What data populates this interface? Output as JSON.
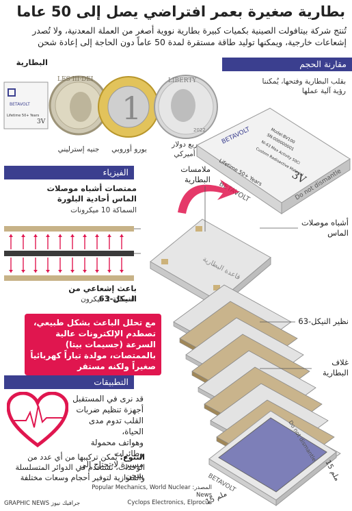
{
  "header": {
    "title": "بطارية صغيرة بعمر افتراضي يصل إلى 50 عاما",
    "subtitle": "تُنتج شركة بيتافولت الصينية بكميات كبيرة بطارية نووية أصغر من العملة المعدنية، ولا تُصدر إشعاعات خارجية، ويمكنها توليد طاقة مستقرة لمدة 50 عاماً دون الحاجة إلى إعادة شحن"
  },
  "size_comparison": {
    "heading": "مقارنة الحجم",
    "battery_label": "البطارية",
    "coins": [
      "جنيه إسترليني",
      "يورو أوروبي",
      "ربع دولار أميركي"
    ],
    "coin_texts": {
      "pound_rim": "LES III·DEI",
      "euro_value": "1",
      "quarter_top": "LIBERTY",
      "quarter_year": "2022"
    },
    "flip_note": "بقلب البطارية وفتحها، يُمكننا رؤية آلية عملها"
  },
  "battery": {
    "brand": "BETAVOLT",
    "model": "Model:BV100",
    "serial": "SN:000000001",
    "activity": "Ni-63 Max Activity 50Ci",
    "material": "Custom Radioactive Material",
    "lifetime": "Lifetime 50+ Years",
    "voltage": "3V",
    "warning": "Do not dismantle"
  },
  "physics": {
    "heading": "الفيزياء",
    "absorbers_title": "ممتصات أشباه موصلات الماس أحادية البلورة",
    "absorbers_thickness": "السماكة 10 ميكرونات",
    "emitter_title": "باعث إشعاعي من النيكل-63",
    "emitter_thickness": "السماكة 2 ميكرون",
    "callout": "مع تحلل الباعث بشكل طبيعي، تصطدم الإلكترونات عالية السرعة (جسيمات بيتا) بالممتصات، مولدة تياراً كهربائياً صغيراً ولكنه مستقر"
  },
  "exploded_labels": {
    "contacts": "ملامسات البطارية",
    "base": "قاعدة البطارية",
    "diamond": "أشباه موصلات الماس",
    "nickel": "نظير النيكل-63",
    "casing": "غلاف البطارية",
    "dim_a": "15 ملم",
    "dim_b": "15 ملم"
  },
  "applications": {
    "heading": "التطبيقات",
    "items": [
      "قد نرى في المستقبل",
      "أجهزة تنظيم ضربات",
      "القلب تدوم مدى الحياة،",
      "وهواتف محمولة وطائرات",
      "مسيرة لا تحتاج إلى شحن"
    ],
    "diversity_label": "التنوع:",
    "diversity_text": "يُمكن تركيبها من أي عدد من الوحدات، تُستخدم في الدوائر المتسلسلة والمتوازية لتوفير أحجام وسعات مختلفة"
  },
  "footer": {
    "agency": "GRAPHIC NEWS جرافيك نيوز",
    "source_line1": "المصدر: Popular Mechanics, World Nuclear News",
    "source_line2": "Cyclops Electronics, Elprocus"
  },
  "colors": {
    "navy": "#3b3f8f",
    "accent": "#e0164f",
    "plate": "#bfbfbf",
    "nickel": "#a08758"
  }
}
